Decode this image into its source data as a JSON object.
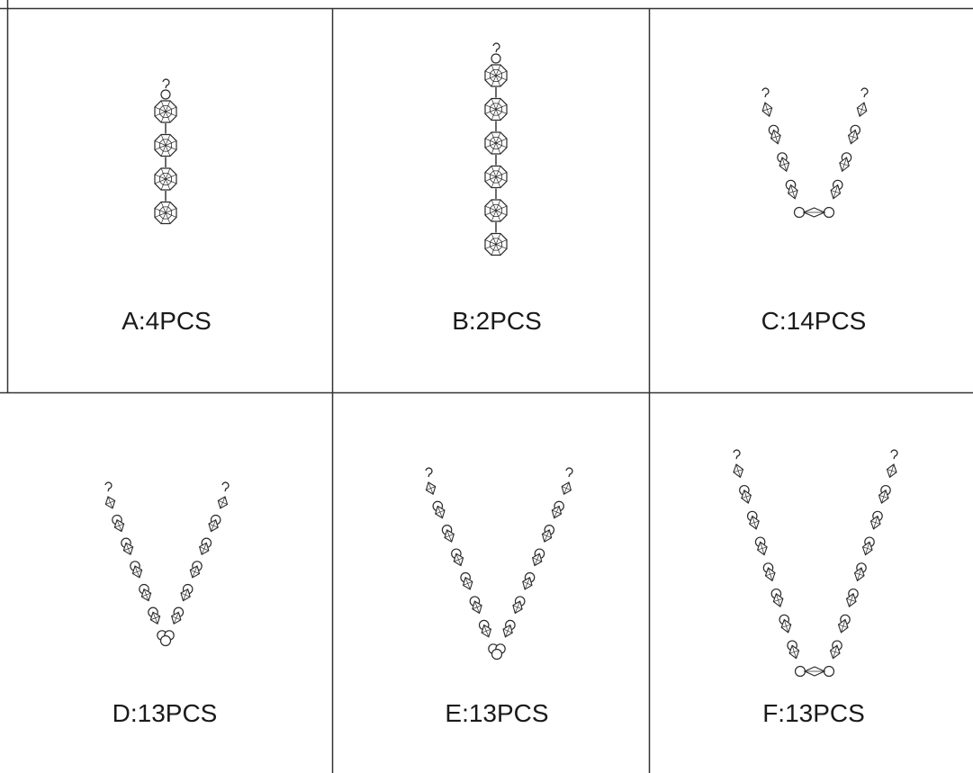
{
  "panels": [
    {
      "id": "A",
      "label": "A:4PCS",
      "item": "straight-strand",
      "octagons": 4
    },
    {
      "id": "B",
      "label": "B:2PCS",
      "item": "straight-strand",
      "octagons": 6
    },
    {
      "id": "C",
      "label": "C:14PCS",
      "item": "u-swag",
      "pendants_per_arm": 4
    },
    {
      "id": "D",
      "label": "D:13PCS",
      "item": "v-swag",
      "pendants_per_arm": 6
    },
    {
      "id": "E",
      "label": "E:13PCS",
      "item": "v-swag",
      "pendants_per_arm": 7
    },
    {
      "id": "F",
      "label": "F:13PCS",
      "item": "u-swag",
      "pendants_per_arm": 8
    }
  ],
  "colors": {
    "line": "#2a2a2a",
    "background": "#ffffff",
    "text": "#1a1a1a"
  }
}
